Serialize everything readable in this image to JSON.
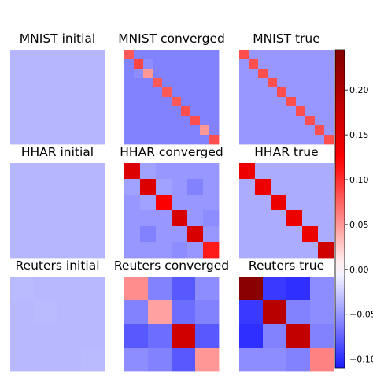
{
  "chart_data": {
    "type": "heatmap",
    "colormap": "seismic",
    "colorbar": {
      "vmin": -0.11,
      "vmax": 0.245,
      "ticks": [
        0.2,
        0.15,
        0.1,
        0.05,
        0.0,
        -0.05,
        -0.1
      ],
      "tick_labels": [
        "0.20",
        "0.15",
        "0.10",
        "0.05",
        "0.00",
        "−0.05",
        "−0.10"
      ]
    },
    "panels": [
      {
        "title": "MNIST initial",
        "size": 10,
        "matrix": [
          [
            -0.035,
            -0.035,
            -0.035,
            -0.035,
            -0.035,
            -0.035,
            -0.035,
            -0.035,
            -0.035,
            -0.035
          ],
          [
            -0.035,
            -0.035,
            -0.035,
            -0.035,
            -0.035,
            -0.035,
            -0.035,
            -0.035,
            -0.035,
            -0.035
          ],
          [
            -0.035,
            -0.035,
            -0.035,
            -0.035,
            -0.035,
            -0.035,
            -0.035,
            -0.035,
            -0.035,
            -0.035
          ],
          [
            -0.035,
            -0.035,
            -0.035,
            -0.035,
            -0.035,
            -0.035,
            -0.035,
            -0.035,
            -0.035,
            -0.035
          ],
          [
            -0.035,
            -0.035,
            -0.035,
            -0.035,
            -0.035,
            -0.035,
            -0.035,
            -0.035,
            -0.035,
            -0.035
          ],
          [
            -0.035,
            -0.035,
            -0.035,
            -0.035,
            -0.035,
            -0.035,
            -0.035,
            -0.035,
            -0.035,
            -0.035
          ],
          [
            -0.035,
            -0.035,
            -0.035,
            -0.035,
            -0.035,
            -0.035,
            -0.035,
            -0.035,
            -0.035,
            -0.035
          ],
          [
            -0.035,
            -0.035,
            -0.035,
            -0.035,
            -0.035,
            -0.035,
            -0.035,
            -0.035,
            -0.035,
            -0.035
          ],
          [
            -0.035,
            -0.035,
            -0.035,
            -0.035,
            -0.035,
            -0.035,
            -0.035,
            -0.035,
            -0.035,
            -0.035
          ],
          [
            -0.035,
            -0.035,
            -0.035,
            -0.035,
            -0.035,
            -0.035,
            -0.035,
            -0.035,
            -0.035,
            -0.035
          ]
        ]
      },
      {
        "title": "MNIST converged",
        "size": 10,
        "matrix": [
          [
            0.08,
            -0.06,
            -0.06,
            -0.06,
            -0.06,
            -0.06,
            -0.06,
            -0.06,
            -0.06,
            -0.06
          ],
          [
            -0.06,
            0.09,
            -0.055,
            -0.06,
            -0.06,
            -0.06,
            -0.06,
            -0.06,
            -0.06,
            -0.06
          ],
          [
            -0.06,
            -0.055,
            0.05,
            -0.06,
            -0.06,
            -0.06,
            -0.06,
            -0.06,
            -0.06,
            -0.06
          ],
          [
            -0.06,
            -0.06,
            -0.06,
            0.08,
            -0.06,
            -0.06,
            -0.06,
            -0.06,
            -0.06,
            -0.06
          ],
          [
            -0.06,
            -0.06,
            -0.06,
            -0.06,
            0.08,
            -0.06,
            -0.06,
            -0.06,
            -0.06,
            -0.06
          ],
          [
            -0.06,
            -0.06,
            -0.06,
            -0.06,
            -0.06,
            0.08,
            -0.06,
            -0.06,
            -0.06,
            -0.06
          ],
          [
            -0.06,
            -0.06,
            -0.06,
            -0.06,
            -0.06,
            -0.06,
            0.085,
            -0.06,
            -0.06,
            -0.06
          ],
          [
            -0.06,
            -0.06,
            -0.06,
            -0.06,
            -0.06,
            -0.06,
            -0.06,
            0.085,
            -0.06,
            -0.06
          ],
          [
            -0.06,
            -0.06,
            -0.06,
            -0.06,
            -0.06,
            -0.06,
            -0.06,
            -0.06,
            0.05,
            -0.06
          ],
          [
            -0.06,
            -0.06,
            -0.06,
            -0.06,
            -0.06,
            -0.06,
            -0.06,
            -0.06,
            -0.06,
            0.085
          ]
        ]
      },
      {
        "title": "MNIST true",
        "size": 10,
        "matrix": [
          [
            0.085,
            -0.05,
            -0.05,
            -0.05,
            -0.05,
            -0.05,
            -0.05,
            -0.05,
            -0.05,
            -0.05
          ],
          [
            -0.05,
            0.085,
            -0.05,
            -0.05,
            -0.05,
            -0.05,
            -0.05,
            -0.05,
            -0.05,
            -0.05
          ],
          [
            -0.05,
            -0.05,
            0.085,
            -0.05,
            -0.05,
            -0.05,
            -0.05,
            -0.05,
            -0.05,
            -0.05
          ],
          [
            -0.05,
            -0.05,
            -0.05,
            0.085,
            -0.05,
            -0.05,
            -0.05,
            -0.05,
            -0.05,
            -0.05
          ],
          [
            -0.05,
            -0.05,
            -0.05,
            -0.05,
            0.085,
            -0.05,
            -0.05,
            -0.05,
            -0.05,
            -0.05
          ],
          [
            -0.05,
            -0.05,
            -0.05,
            -0.05,
            -0.05,
            0.085,
            -0.05,
            -0.05,
            -0.05,
            -0.05
          ],
          [
            -0.05,
            -0.05,
            -0.05,
            -0.05,
            -0.05,
            -0.05,
            0.085,
            -0.05,
            -0.05,
            -0.05
          ],
          [
            -0.05,
            -0.05,
            -0.05,
            -0.05,
            -0.05,
            -0.05,
            -0.05,
            0.085,
            -0.05,
            -0.05
          ],
          [
            -0.05,
            -0.05,
            -0.05,
            -0.05,
            -0.05,
            -0.05,
            -0.05,
            -0.05,
            0.085,
            -0.05
          ],
          [
            -0.05,
            -0.05,
            -0.05,
            -0.05,
            -0.05,
            -0.05,
            -0.05,
            -0.05,
            -0.05,
            0.085
          ]
        ]
      },
      {
        "title": "HHAR initial",
        "size": 6,
        "matrix": [
          [
            -0.035,
            -0.035,
            -0.035,
            -0.035,
            -0.035,
            -0.035
          ],
          [
            -0.035,
            -0.035,
            -0.035,
            -0.035,
            -0.035,
            -0.035
          ],
          [
            -0.035,
            -0.035,
            -0.035,
            -0.035,
            -0.035,
            -0.035
          ],
          [
            -0.035,
            -0.035,
            -0.035,
            -0.035,
            -0.035,
            -0.035
          ],
          [
            -0.035,
            -0.035,
            -0.035,
            -0.035,
            -0.035,
            -0.035
          ],
          [
            -0.035,
            -0.035,
            -0.035,
            -0.035,
            -0.035,
            -0.035
          ]
        ]
      },
      {
        "title": "HHAR converged",
        "size": 6,
        "matrix": [
          [
            0.155,
            -0.045,
            -0.05,
            -0.05,
            -0.05,
            -0.05
          ],
          [
            -0.045,
            0.155,
            -0.045,
            -0.05,
            -0.06,
            -0.05
          ],
          [
            -0.05,
            -0.045,
            0.125,
            -0.05,
            -0.05,
            -0.05
          ],
          [
            -0.05,
            -0.05,
            -0.05,
            0.16,
            -0.05,
            -0.055
          ],
          [
            -0.05,
            -0.06,
            -0.05,
            -0.05,
            0.16,
            -0.05
          ],
          [
            -0.05,
            -0.05,
            -0.05,
            -0.055,
            -0.05,
            0.11
          ]
        ]
      },
      {
        "title": "HHAR true",
        "size": 6,
        "matrix": [
          [
            0.14,
            -0.04,
            -0.04,
            -0.04,
            -0.04,
            -0.04
          ],
          [
            -0.04,
            0.14,
            -0.04,
            -0.04,
            -0.04,
            -0.04
          ],
          [
            -0.04,
            -0.04,
            0.14,
            -0.04,
            -0.04,
            -0.04
          ],
          [
            -0.04,
            -0.04,
            -0.04,
            0.14,
            -0.04,
            -0.04
          ],
          [
            -0.04,
            -0.04,
            -0.04,
            -0.04,
            0.14,
            -0.04
          ],
          [
            -0.04,
            -0.04,
            -0.04,
            -0.04,
            -0.04,
            0.17
          ]
        ]
      },
      {
        "title": "Reuters initial",
        "size": 4,
        "matrix": [
          [
            -0.033,
            -0.034,
            -0.034,
            -0.034
          ],
          [
            -0.034,
            -0.033,
            -0.034,
            -0.034
          ],
          [
            -0.034,
            -0.034,
            -0.034,
            -0.034
          ],
          [
            -0.034,
            -0.034,
            -0.034,
            -0.033
          ]
        ]
      },
      {
        "title": "Reuters converged",
        "size": 4,
        "matrix": [
          [
            0.055,
            -0.06,
            -0.08,
            -0.055
          ],
          [
            -0.06,
            0.045,
            -0.07,
            -0.06
          ],
          [
            -0.08,
            -0.07,
            0.17,
            -0.08
          ],
          [
            -0.055,
            -0.06,
            -0.08,
            0.05
          ]
        ]
      },
      {
        "title": "Reuters true",
        "size": 4,
        "matrix": [
          [
            0.235,
            -0.095,
            -0.1,
            -0.055
          ],
          [
            -0.095,
            0.19,
            -0.06,
            -0.055
          ],
          [
            -0.1,
            -0.06,
            0.18,
            -0.06
          ],
          [
            -0.055,
            -0.055,
            -0.06,
            0.06
          ]
        ]
      }
    ]
  }
}
